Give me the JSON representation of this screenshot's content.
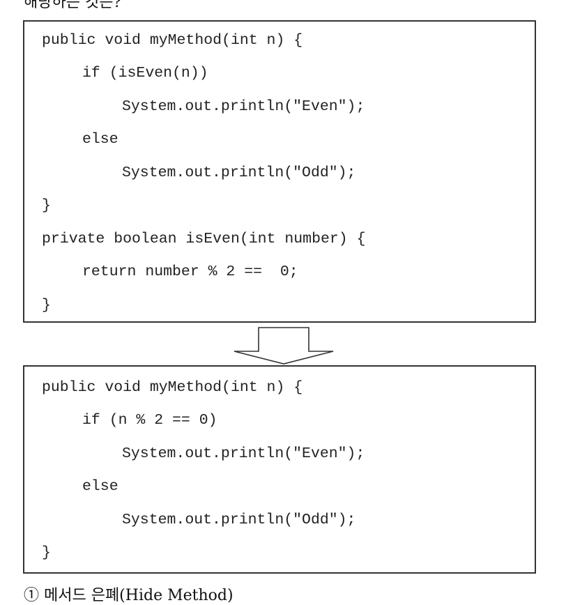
{
  "header_fragment": "해당하는 것은?",
  "original_code": {
    "lines": [
      {
        "indent": 0,
        "text": "public void myMethod(int n) {"
      },
      {
        "indent": 1,
        "text": "if (isEven(n))"
      },
      {
        "indent": 2,
        "text": "System.out.println(\"Even\");"
      },
      {
        "indent": 1,
        "text": "else"
      },
      {
        "indent": 2,
        "text": "System.out.println(\"Odd\");"
      },
      {
        "indent": 0,
        "text": "}"
      },
      {
        "indent": 0,
        "text": "private boolean isEven(int number) {"
      },
      {
        "indent": 1,
        "text": "return number % 2 ==  0;"
      },
      {
        "indent": 0,
        "text": "}"
      }
    ]
  },
  "refactored_code": {
    "lines": [
      {
        "indent": 0,
        "text": "public void myMethod(int n) {"
      },
      {
        "indent": 1,
        "text": "if (n % 2 == 0)"
      },
      {
        "indent": 2,
        "text": "System.out.println(\"Even\");"
      },
      {
        "indent": 1,
        "text": "else"
      },
      {
        "indent": 2,
        "text": "System.out.println(\"Odd\");"
      },
      {
        "indent": 0,
        "text": "}"
      }
    ]
  },
  "answer_choice_fragment": "① 메서드 은폐(Hide Method)",
  "arrow_icon": "down-arrow-icon"
}
